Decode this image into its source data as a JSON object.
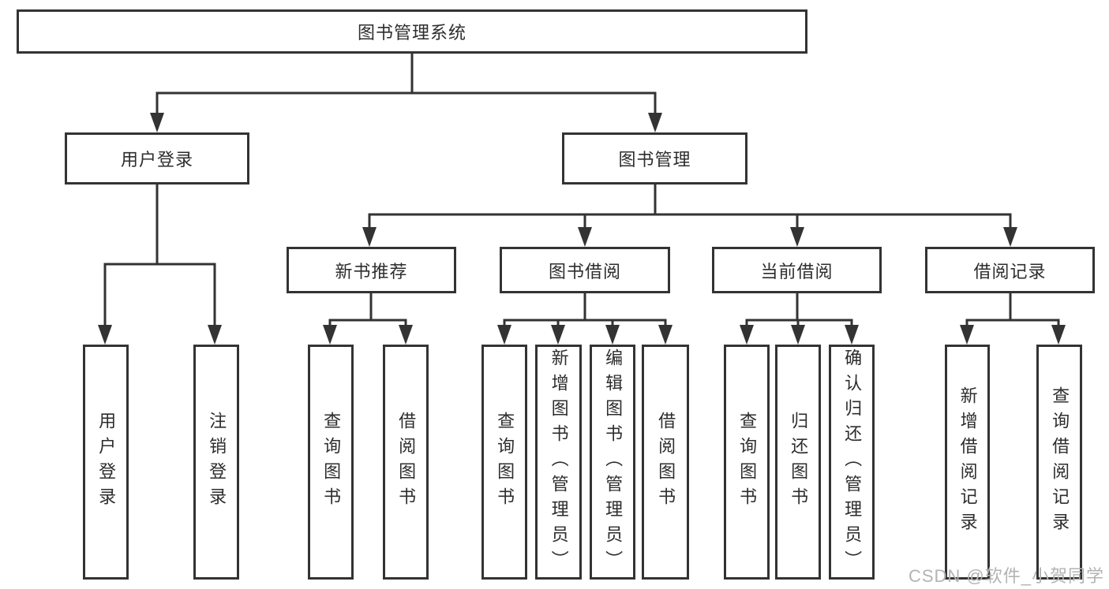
{
  "diagram": {
    "root": "图书管理系统",
    "user_branch": {
      "label": "用户登录",
      "leaves": [
        "用户登录",
        "注销登录"
      ]
    },
    "book_branch": {
      "label": "图书管理",
      "groups": [
        {
          "label": "新书推荐",
          "leaves": [
            "查询图书",
            "借阅图书"
          ]
        },
        {
          "label": "图书借阅",
          "leaves": [
            "查询图书",
            "新增图书（管理员）",
            "编辑图书（管理员）",
            "借阅图书"
          ]
        },
        {
          "label": "当前借阅",
          "leaves": [
            "查询图书",
            "归还图书",
            "确认归还（管理员）"
          ]
        },
        {
          "label": "借阅记录",
          "leaves": [
            "新增借阅记录",
            "查询借阅记录"
          ]
        }
      ]
    },
    "colors": {
      "line": "#333333",
      "text": "#2d2d2d",
      "background": "#ffffff",
      "watermark": "#b3b3b3"
    }
  },
  "watermark": "CSDN @软件_小贺同学"
}
